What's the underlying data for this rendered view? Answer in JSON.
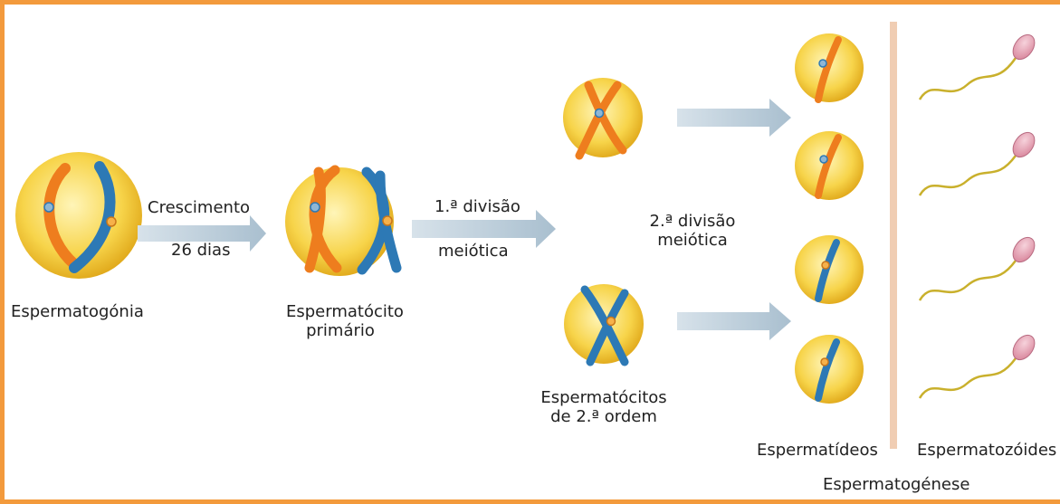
{
  "colors": {
    "frame": "#f39a3c",
    "cell_light": "#fff5b8",
    "cell_mid": "#f7d44a",
    "cell_edge": "#e0a81a",
    "orange_chromatid": "#ee7d1e",
    "blue_chromatid": "#2d79b5",
    "arrow": "#b6c8d6",
    "divider": "#f0cdb3",
    "sperm_head": "#e8a1b3",
    "sperm_tail": "#c9b02c"
  },
  "labels": {
    "spermatogonia": "Espermatogónia",
    "growth": "Crescimento",
    "growth_days": "26 dias",
    "primary_line1": "Espermatócito",
    "primary_line2": "primário",
    "first_division_line1": "1.ª divisão",
    "first_division_line2": "meiótica",
    "second_division_line1": "2.ª divisão",
    "second_division_line2": "meiótica",
    "secondary_line1": "Espermatócitos",
    "secondary_line2": "de 2.ª ordem",
    "spermatids": "Espermatídeos",
    "spermatozoa": "Espermatozóides",
    "spermatogenesis": "Espermatogénese"
  }
}
